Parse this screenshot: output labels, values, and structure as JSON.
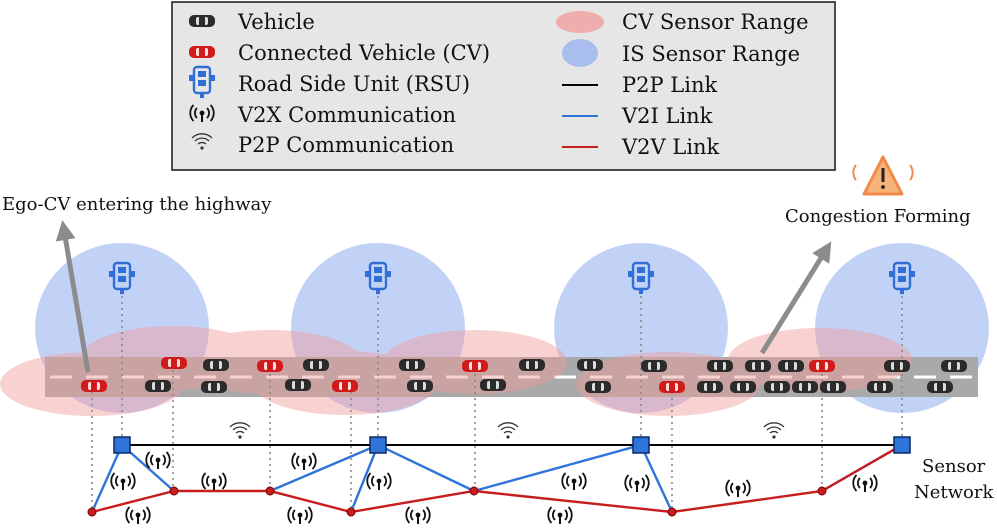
{
  "legend": {
    "items_left": [
      {
        "icon": "vehicle-icon",
        "label": "Vehicle"
      },
      {
        "icon": "connected-vehicle-icon",
        "label": "Connected Vehicle (CV)"
      },
      {
        "icon": "rsu-icon",
        "label": "Road Side Unit (RSU)"
      },
      {
        "icon": "v2x-antenna-icon",
        "label": "V2X Communication"
      },
      {
        "icon": "wifi-icon",
        "label": "P2P Communication"
      }
    ],
    "items_right": [
      {
        "icon": "cv-range-swatch",
        "label": "CV Sensor Range"
      },
      {
        "icon": "is-range-swatch",
        "label": "IS Sensor Range"
      },
      {
        "icon": "p2p-link-line",
        "label": "P2P Link"
      },
      {
        "icon": "v2i-link-line",
        "label": "V2I Link"
      },
      {
        "icon": "v2v-link-line",
        "label": "V2V Link"
      }
    ]
  },
  "annotations": {
    "ego": "Ego-CV entering the highway",
    "congestion": "Congestion Forming",
    "sensor_network_line1": "Sensor",
    "sensor_network_line2": "Network"
  },
  "colors": {
    "vehicle": "#2b2b2b",
    "connected_vehicle": "#d11a1a",
    "rsu": "#2f6fd6",
    "cv_range": "#f19a9a",
    "is_range": "#9db6f0",
    "p2p_link": "#000000",
    "v2i_link": "#2f74d8",
    "v2v_link": "#c81d1d",
    "road": "#a9a9a9",
    "warning": "#f4a460"
  }
}
